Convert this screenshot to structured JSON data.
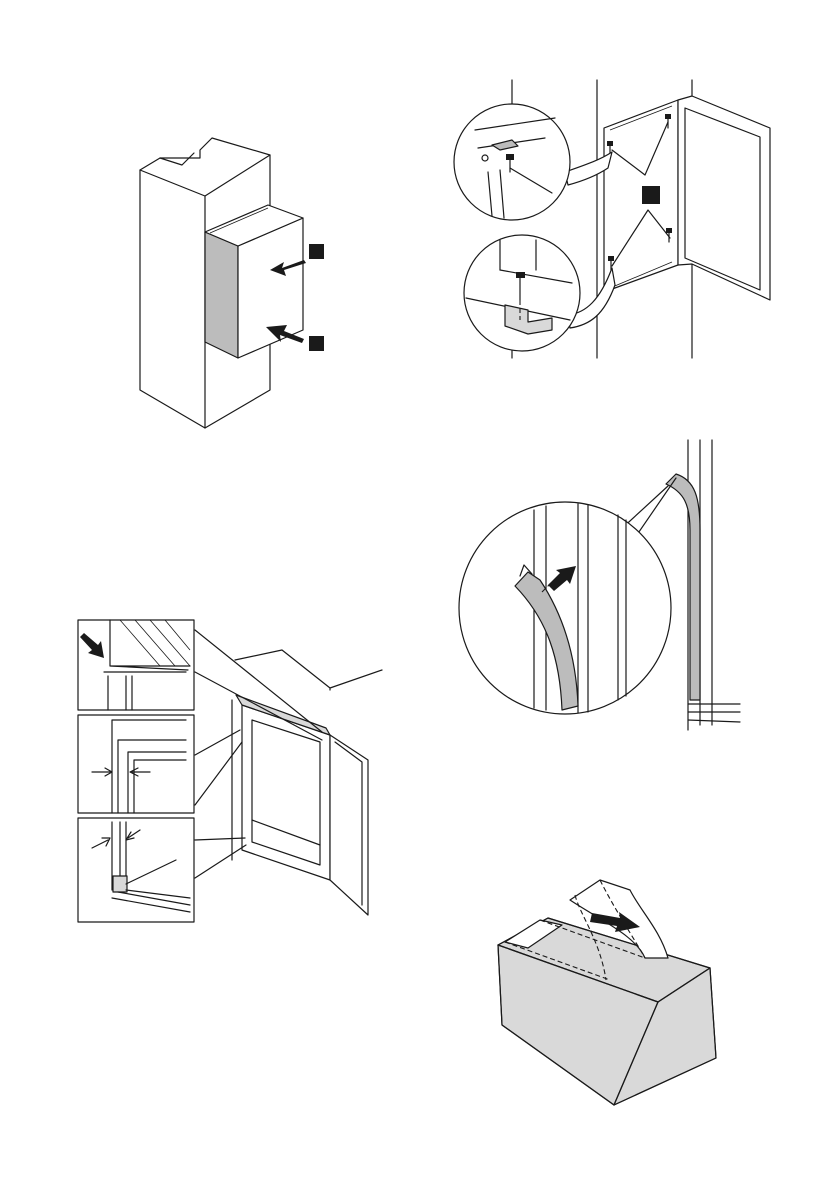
{
  "figures": [
    {
      "id": "fig-1",
      "content": "appliance-pushed-into-cabinet-niche",
      "markers": 2
    },
    {
      "id": "fig-2",
      "content": "door-screws-with-detail-callouts",
      "markers": 1
    },
    {
      "id": "fig-3",
      "content": "seal-strip-insertion-detail"
    },
    {
      "id": "fig-4",
      "content": "cover-strip-and-gap-adjustment-details"
    },
    {
      "id": "fig-5",
      "content": "removing-protective-tape-from-box"
    }
  ],
  "colors": {
    "line": "#1a1a1a",
    "fill_grey": "#bcbcbc",
    "fill_light": "#d9d9d9",
    "paper": "#ffffff"
  },
  "icons": [
    "arrow-icon",
    "marker-square-icon",
    "screw-icon",
    "magnifier-circle-icon"
  ]
}
